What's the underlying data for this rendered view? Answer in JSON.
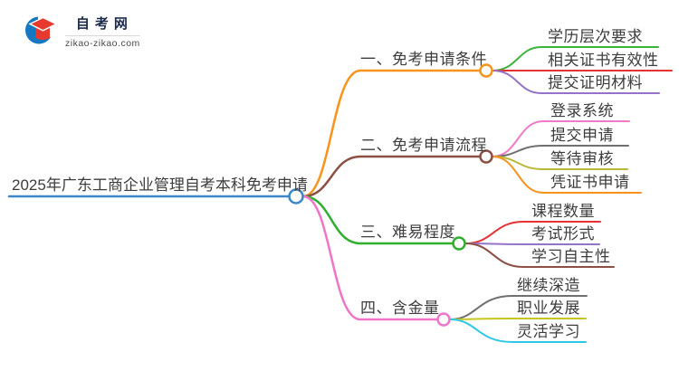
{
  "logo": {
    "title": "自考网",
    "domain": "zikao-zikao.com",
    "icon": "graduation-cap-with-blue-crescent",
    "cap_color": "#e8392f",
    "crescent_color": "#1479c2"
  },
  "mindmap": {
    "text_color": "#3d3d3d",
    "root": {
      "label": "2025年广东工商企业管理自考本科免考申请",
      "color": "#3b87c8"
    },
    "branches": [
      {
        "label": "一、免考申请条件",
        "color": "#f7941d",
        "children": [
          {
            "label": "学历层次要求",
            "color": "#3cb43c"
          },
          {
            "label": "相关证书有效性",
            "color": "#e53232"
          },
          {
            "label": "提交证明材料",
            "color": "#9473c9"
          }
        ]
      },
      {
        "label": "二、免考申请流程",
        "color": "#8b4f44",
        "children": [
          {
            "label": "登录系统",
            "color": "#f07ac8"
          },
          {
            "label": "提交申请",
            "color": "#707070"
          },
          {
            "label": "等待审核",
            "color": "#b8b83a"
          },
          {
            "label": "凭证书申请",
            "color": "#f7941d"
          }
        ]
      },
      {
        "label": "三、难易程度",
        "color": "#2eb02e",
        "children": [
          {
            "label": "课程数量",
            "color": "#e53232"
          },
          {
            "label": "考试形式",
            "color": "#9473c9"
          },
          {
            "label": "学习自主性",
            "color": "#8b4f44"
          }
        ]
      },
      {
        "label": "四、含金量",
        "color": "#f075c8",
        "children": [
          {
            "label": "继续深造",
            "color": "#707070"
          },
          {
            "label": "职业发展",
            "color": "#c6c620"
          },
          {
            "label": "灵活学习",
            "color": "#30c8e8"
          }
        ]
      }
    ]
  }
}
